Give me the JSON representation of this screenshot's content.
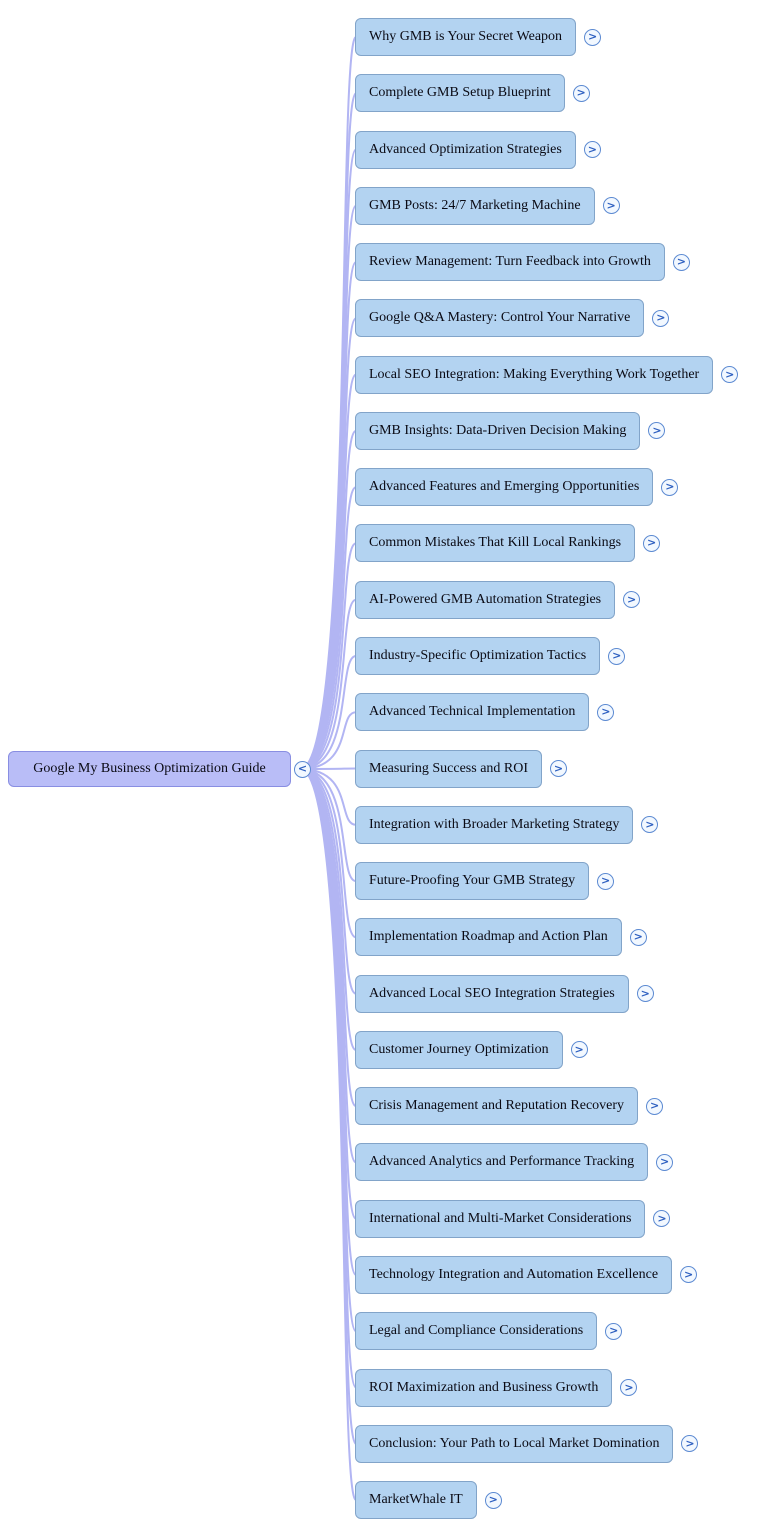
{
  "root": {
    "label": "Google My Business Optimization Guide"
  },
  "icons": {
    "collapse": "<",
    "expand": ">"
  },
  "branches": [
    "Why GMB is Your Secret Weapon",
    "Complete GMB Setup Blueprint",
    "Advanced Optimization Strategies",
    "GMB Posts: 24/7 Marketing Machine",
    "Review Management: Turn Feedback into Growth",
    "Google Q&A Mastery: Control Your Narrative",
    "Local SEO Integration: Making Everything Work Together",
    "GMB Insights: Data-Driven Decision Making",
    "Advanced Features and Emerging Opportunities",
    "Common Mistakes That Kill Local Rankings",
    "AI-Powered GMB Automation Strategies",
    "Industry-Specific Optimization Tactics",
    "Advanced Technical Implementation",
    "Measuring Success and ROI",
    "Integration with Broader Marketing Strategy",
    "Future-Proofing Your GMB Strategy",
    "Implementation Roadmap and Action Plan",
    "Advanced Local SEO Integration Strategies",
    "Customer Journey Optimization",
    "Crisis Management and Reputation Recovery",
    "Advanced Analytics and Performance Tracking",
    "International and Multi-Market Considerations",
    "Technology Integration and Automation Excellence",
    "Legal and Compliance Considerations",
    "ROI Maximization and Business Growth",
    "Conclusion: Your Path to Local Market Domination",
    "MarketWhale IT"
  ],
  "colors": {
    "background": "#ffffff",
    "branch_fill": "#b3d3f1",
    "branch_border": "#82a4c9",
    "root_fill": "#b9bdf7",
    "root_border": "#898ee2",
    "connector": "#b2b5f3",
    "expander_border": "#5c8ad2",
    "expander_glyph": "#2d5fc0",
    "text": "#0a0a14"
  }
}
